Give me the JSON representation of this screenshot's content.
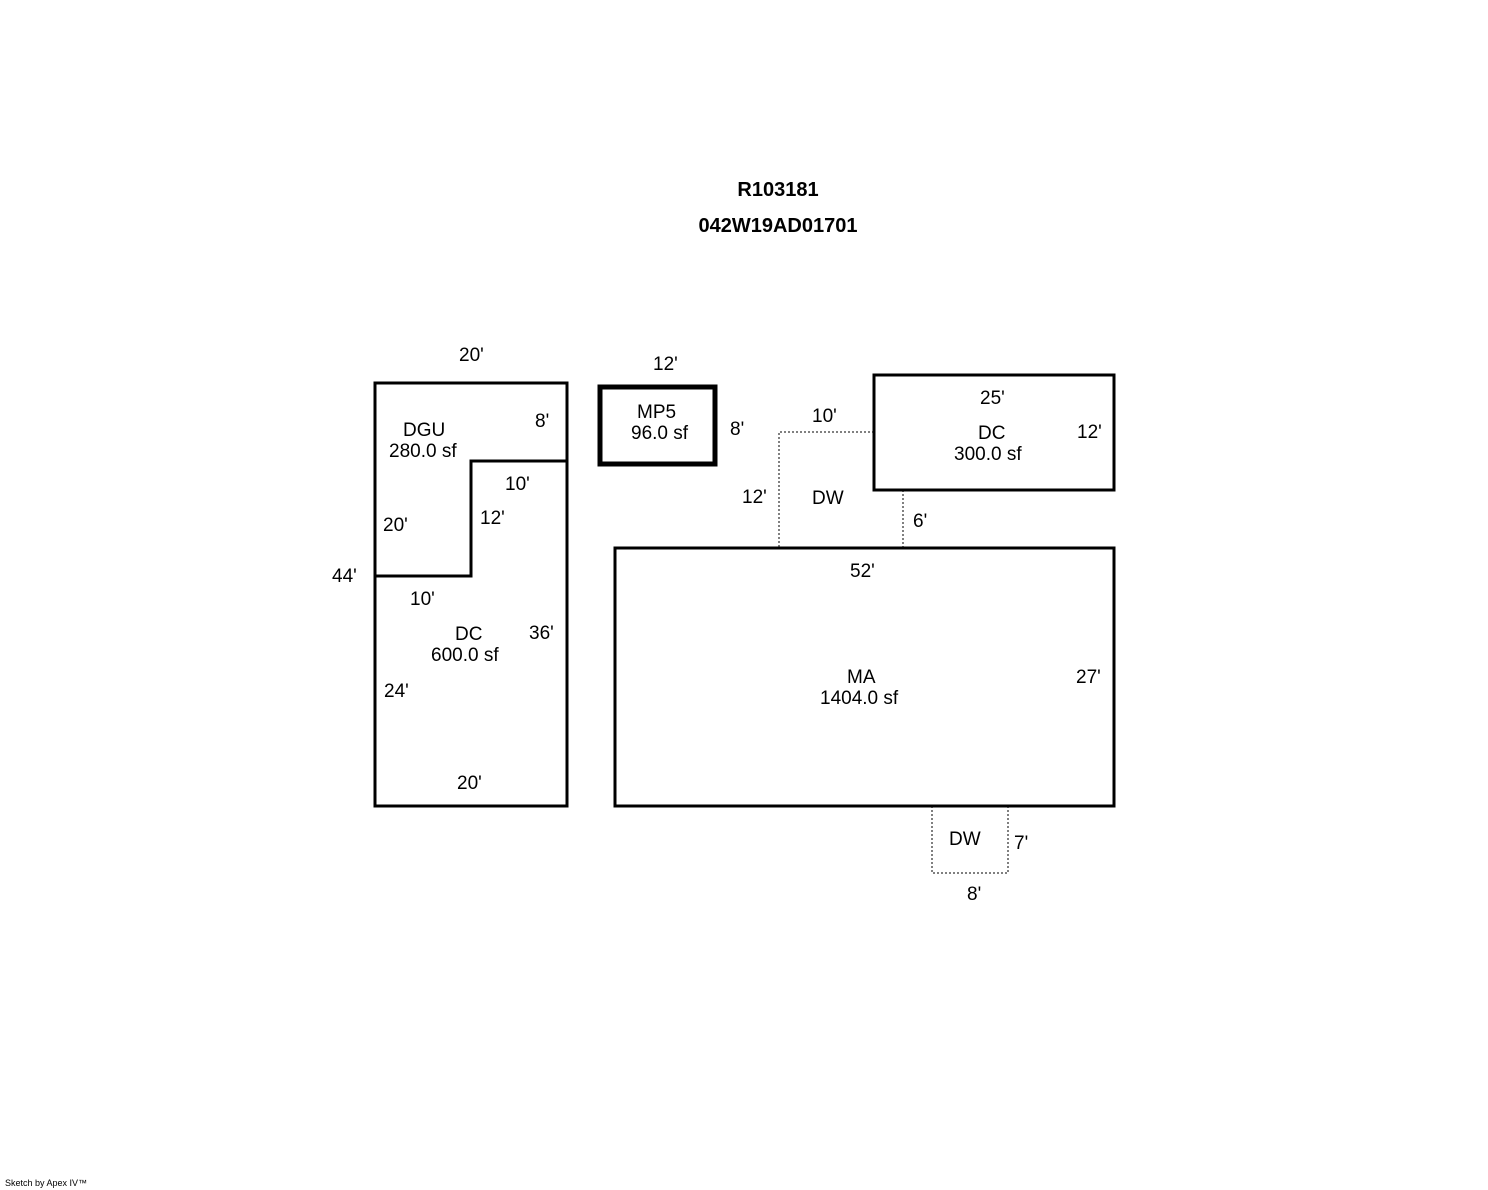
{
  "header": {
    "line1": "R103181",
    "line2": "042W19AD01701"
  },
  "areas": {
    "dgu": {
      "code": "DGU",
      "area": "280.0 sf"
    },
    "dc_left": {
      "code": "DC",
      "area": "600.0 sf"
    },
    "mp5": {
      "code": "MP5",
      "area": "96.0 sf"
    },
    "dc_right": {
      "code": "DC",
      "area": "300.0 sf"
    },
    "ma": {
      "code": "MA",
      "area": "1404.0 sf"
    },
    "dw_top": {
      "code": "DW"
    },
    "dw_bottom": {
      "code": "DW"
    }
  },
  "dimensions": {
    "dgu_top": "20'",
    "dgu_right": "8'",
    "dgu_step_top": "10'",
    "dgu_step_side": "12'",
    "dgu_left": "20'",
    "left_total": "44'",
    "dc_left_top": "10'",
    "dc_left_right": "36'",
    "dc_left_left": "24'",
    "dc_left_bottom": "20'",
    "mp5_top": "12'",
    "mp5_right": "8'",
    "dw_top_top": "10'",
    "dw_top_left": "12'",
    "dw_top_right": "6'",
    "dc_right_top": "25'",
    "dc_right_right": "12'",
    "ma_top": "52'",
    "ma_right": "27'",
    "dw_bottom_right": "7'",
    "dw_bottom_bottom": "8'"
  },
  "footer": {
    "credit": "Sketch by Apex IV™"
  }
}
